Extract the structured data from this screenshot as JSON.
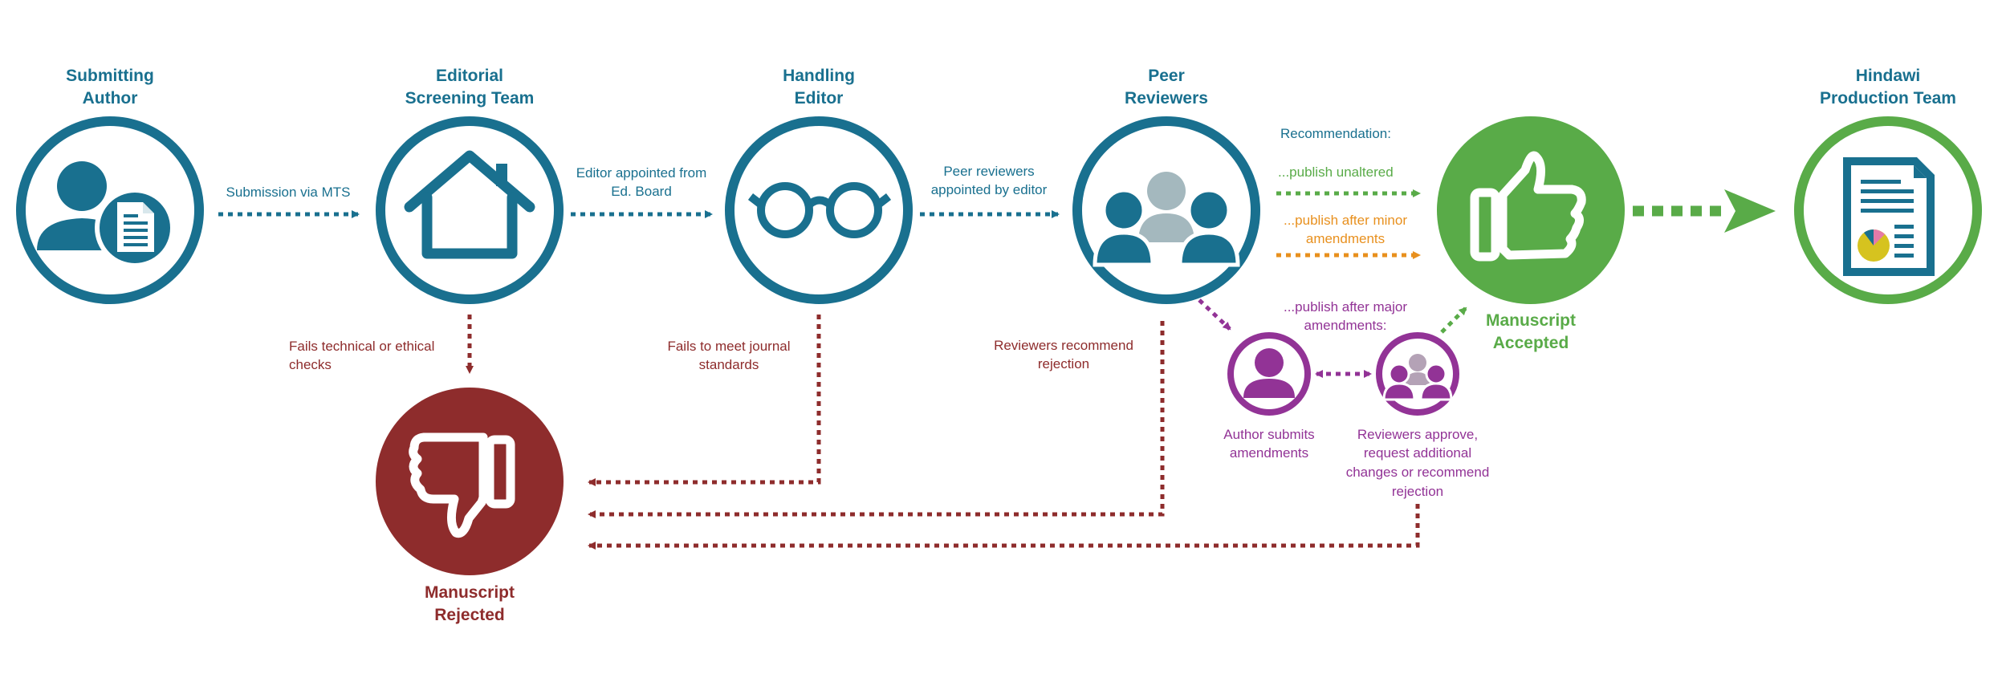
{
  "colors": {
    "blue": "#19708f",
    "red": "#8e2c2c",
    "green": "#59ab48",
    "orange": "#e8901e",
    "purple": "#923396",
    "grey": "#a4b8be"
  },
  "nodes": {
    "author": {
      "title_line1": "Submitting",
      "title_line2": "Author",
      "icon": "author-document-icon"
    },
    "screening": {
      "title_line1": "Editorial",
      "title_line2": "Screening Team",
      "icon": "house-icon"
    },
    "editor": {
      "title_line1": "Handling",
      "title_line2": "Editor",
      "icon": "glasses-icon"
    },
    "reviewers": {
      "title_line1": "Peer",
      "title_line2": "Reviewers",
      "icon": "people-group-icon"
    },
    "accepted": {
      "title_line1": "Manuscript",
      "title_line2": "Accepted",
      "icon": "thumbs-up-icon"
    },
    "production": {
      "title_line1": "Hindawi",
      "title_line2": "Production Team",
      "icon": "document-chart-icon"
    },
    "rejected": {
      "title_line1": "Manuscript",
      "title_line2": "Rejected",
      "icon": "thumbs-down-icon"
    },
    "author_amend": {
      "label_line1": "Author submits",
      "label_line2": "amendments",
      "icon": "person-icon"
    },
    "reviewers_approve": {
      "label_line1": "Reviewers approve,",
      "label_line2": "request additional",
      "label_line3": "changes or recommend",
      "label_line4": "rejection",
      "icon": "small-people-group-icon"
    }
  },
  "edges": {
    "submission": {
      "line1": "Submission via MTS"
    },
    "appointed_editor": {
      "line1": "Editor appointed from",
      "line2": "Ed. Board"
    },
    "appointed_reviewers": {
      "line1": "Peer reviewers",
      "line2": "appointed by editor"
    },
    "fails_checks": {
      "line1": "Fails technical or ethical",
      "line2": "checks"
    },
    "fails_standards": {
      "line1": "Fails to meet journal",
      "line2": "standards"
    },
    "reviewers_reject": {
      "line1": "Reviewers recommend",
      "line2": "rejection"
    }
  },
  "recommendation": {
    "heading": "Recommendation:",
    "unaltered": "...publish unaltered",
    "minor_line1": "...publish after minor",
    "minor_line2": "amendments",
    "major_line1": "...publish after major",
    "major_line2": "amendments:"
  }
}
